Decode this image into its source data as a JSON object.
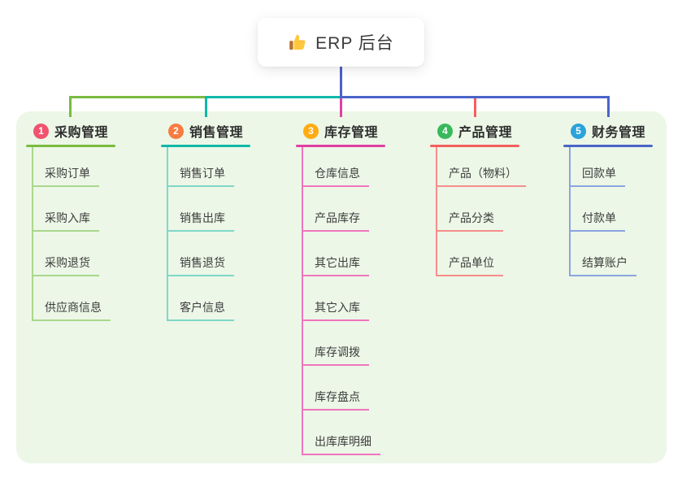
{
  "root": {
    "label": "ERP 后台",
    "icon": "thumbs-up-icon"
  },
  "branches": [
    {
      "index": "1",
      "title": "采购管理",
      "badge_color": "#F0536E",
      "line_color": "#7ABB40",
      "child_line_color": "#A9D78C",
      "children": [
        "采购订单",
        "采购入库",
        "采购退货",
        "供应商信息"
      ]
    },
    {
      "index": "2",
      "title": "销售管理",
      "badge_color": "#F87B41",
      "line_color": "#10B8A8",
      "child_line_color": "#7FD7C8",
      "children": [
        "销售订单",
        "销售出库",
        "销售退货",
        "客户信息"
      ]
    },
    {
      "index": "3",
      "title": "库存管理",
      "badge_color": "#FFAC12",
      "line_color": "#E03FA4",
      "child_line_color": "#F075BD",
      "children": [
        "仓库信息",
        "产品库存",
        "其它出库",
        "其它入库",
        "库存调拨",
        "库存盘点",
        "出库库明细"
      ]
    },
    {
      "index": "4",
      "title": "产品管理",
      "badge_color": "#38B95B",
      "line_color": "#F45F5E",
      "child_line_color": "#F78D8B",
      "children": [
        "产品（物料）",
        "产品分类",
        "产品单位"
      ]
    },
    {
      "index": "5",
      "title": "财务管理",
      "badge_color": "#2BA2DB",
      "line_color": "#4A65C8",
      "child_line_color": "#8CA4DF",
      "children": [
        "回款单",
        "付款单",
        "结算账户"
      ]
    }
  ],
  "connectors": {
    "stem_color": "#4C5FC9",
    "segment_colors": [
      "#7ABB40",
      "#10B8A8",
      "#4A65C8"
    ],
    "drop_colors": [
      "#7ABB40",
      "#10B8A8",
      "#E03FA4",
      "#F45F5E",
      "#4A65C8"
    ]
  },
  "colors": {
    "canvas_bg": "#FFFFFF",
    "panel_bg": "#ECF7E7",
    "root_card_bg": "#FFFFFF",
    "text": "#3B3B3B",
    "thumb_yellow": "#FFC83D",
    "thumb_sleeve": "#B8722D"
  }
}
